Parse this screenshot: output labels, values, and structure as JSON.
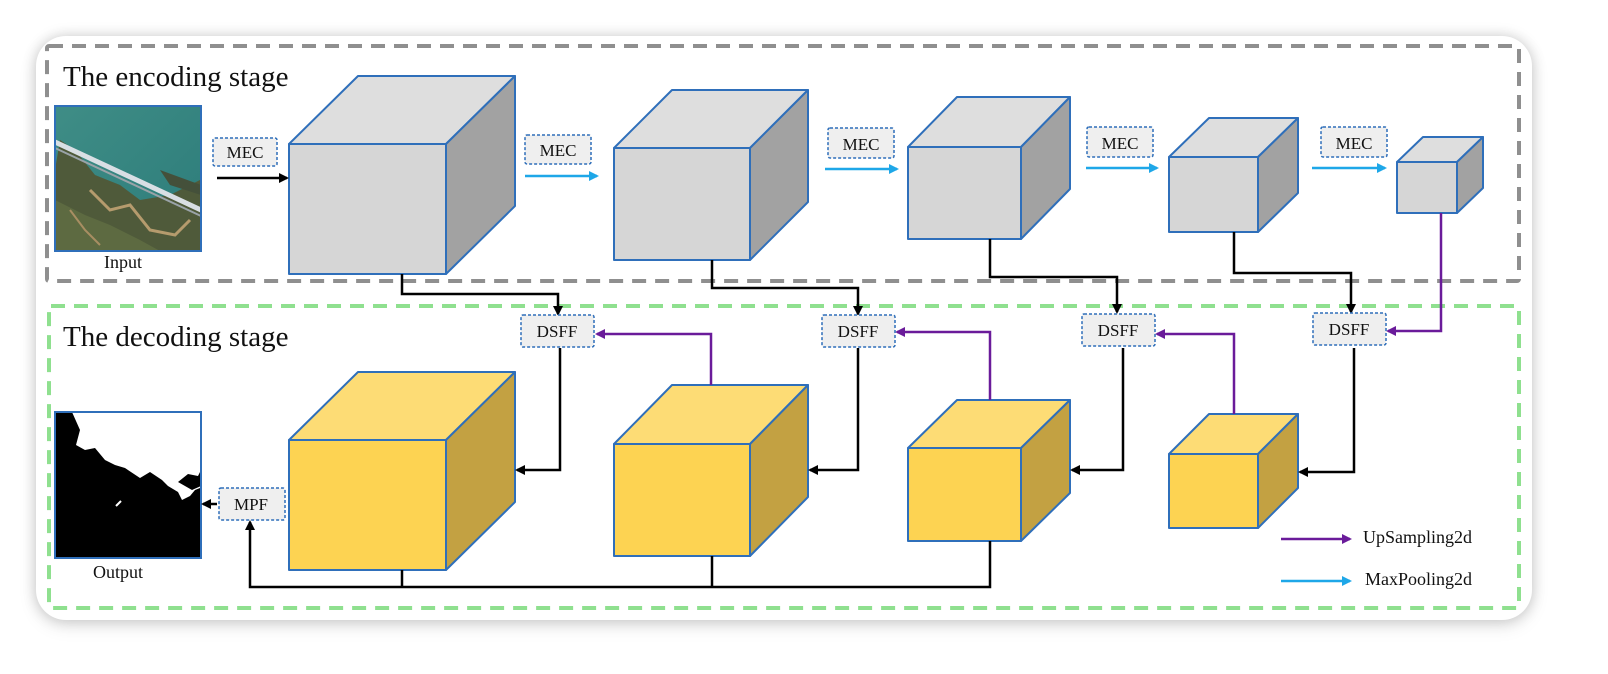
{
  "diagram": {
    "encoder": {
      "title": "The encoding stage",
      "input_caption": "Input",
      "block_label": "MEC",
      "cubes": [
        "encoder-level-1",
        "encoder-level-2",
        "encoder-level-3",
        "encoder-level-4",
        "encoder-level-5"
      ]
    },
    "decoder": {
      "title": "The decoding stage",
      "output_caption": "Output",
      "fusion_label": "DSFF",
      "final_label": "MPF",
      "cubes": [
        "decoder-level-1",
        "decoder-level-2",
        "decoder-level-3",
        "decoder-level-4"
      ]
    },
    "legend": [
      {
        "label": "UpSampling2d",
        "color": "#6a1b9a"
      },
      {
        "label": "MaxPooling2d",
        "color": "#1ea7e8"
      }
    ],
    "colors": {
      "encoder_border": "#8f8f8f",
      "decoder_border": "#8fe08f",
      "cube_edge": "#2f6fba",
      "encoder_cube_front": "#d6d6d6",
      "encoder_cube_top": "#dedede",
      "encoder_cube_side": "#a2a2a2",
      "decoder_cube_front": "#fdd352",
      "decoder_cube_top": "#fddc75",
      "decoder_cube_side": "#c3a142",
      "skip_arrow": "#000000",
      "upsample_arrow": "#6a1b9a",
      "maxpool_arrow": "#1ea7e8"
    }
  }
}
